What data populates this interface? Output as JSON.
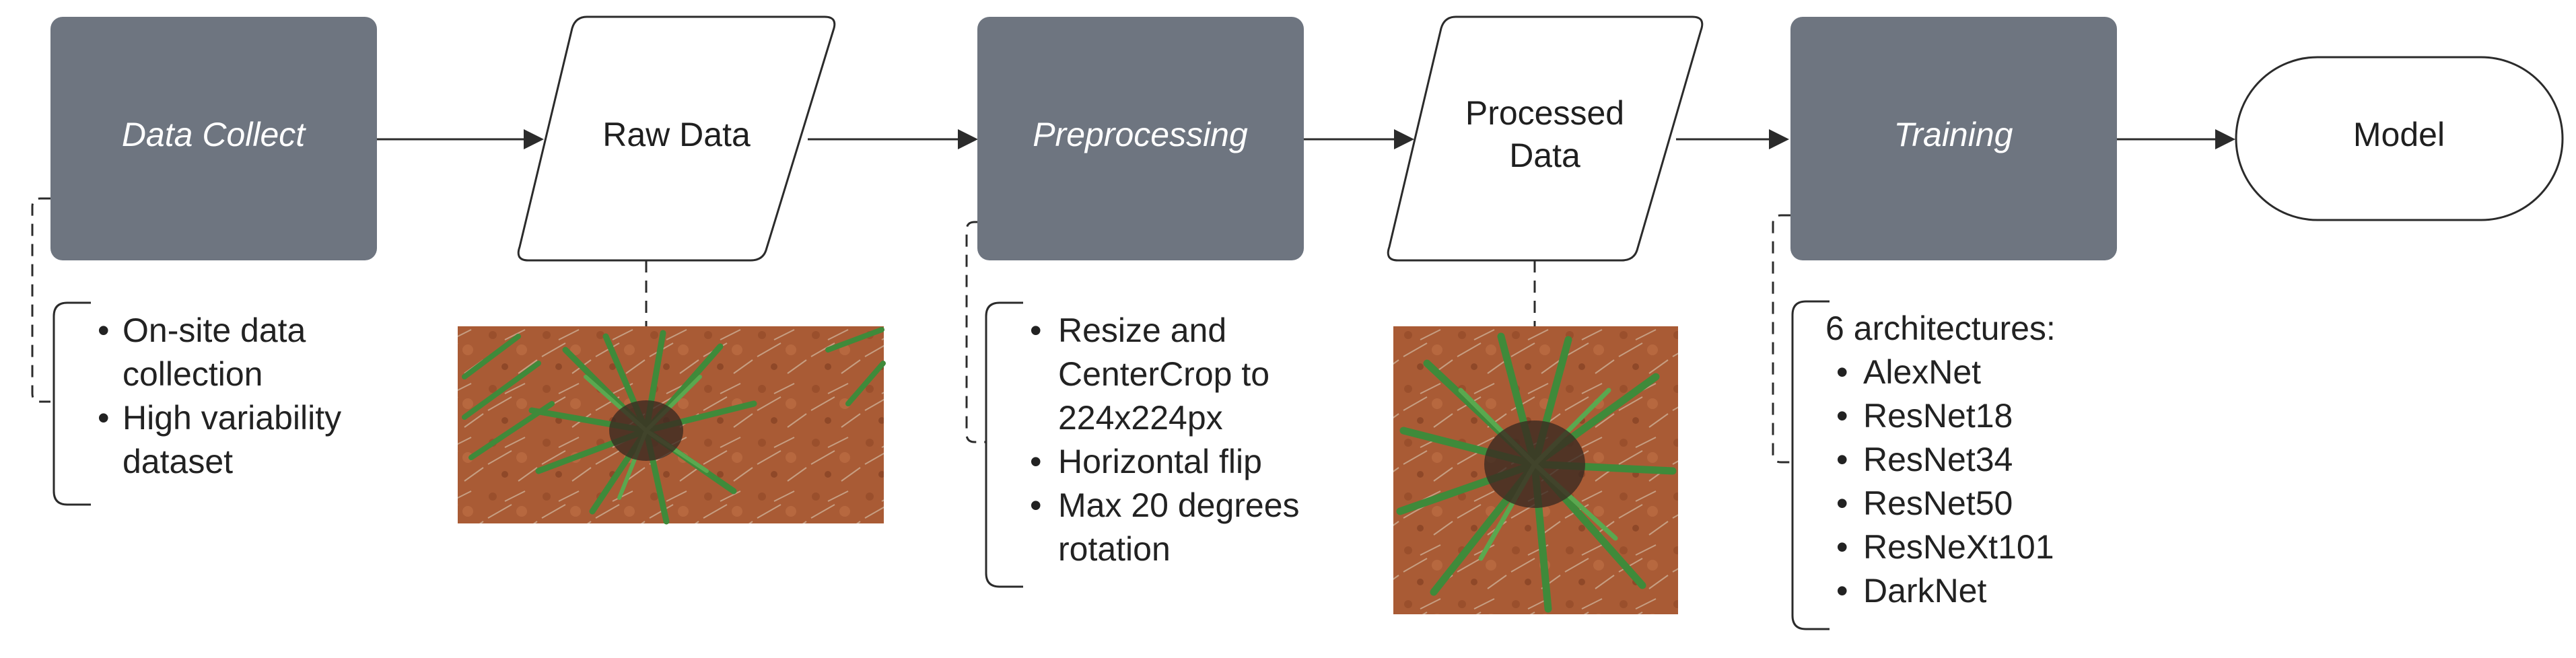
{
  "diagram": {
    "nodes": {
      "data_collect": {
        "label": "Data Collect",
        "shape": "process"
      },
      "raw_data": {
        "label": "Raw Data",
        "shape": "data"
      },
      "preprocessing": {
        "label": "Preprocessing",
        "shape": "process"
      },
      "processed_data": {
        "label_line1": "Processed",
        "label_line2": "Data",
        "shape": "data"
      },
      "training": {
        "label": "Training",
        "shape": "process"
      },
      "model": {
        "label": "Model",
        "shape": "terminator"
      }
    },
    "notes": {
      "data_collect": {
        "bullets": [
          [
            "On-site data",
            "collection"
          ],
          [
            "High variability",
            "dataset"
          ]
        ]
      },
      "preprocessing": {
        "bullets": [
          [
            "Resize and",
            "CenterCrop to",
            "224x224px"
          ],
          [
            "Horizontal flip"
          ],
          [
            "Max 20 degrees",
            "rotation"
          ]
        ]
      },
      "training": {
        "header": "6 architectures:",
        "bullets": [
          [
            "AlexNet"
          ],
          [
            "ResNet18"
          ],
          [
            "ResNet34"
          ],
          [
            "ResNet50"
          ],
          [
            "ResNeXt101"
          ],
          [
            "DarkNet"
          ]
        ]
      }
    },
    "images": {
      "raw_data_photo": {
        "depicts": "grass clump on reddish soil"
      },
      "processed_data_photo": {
        "depicts": "center-cropped grass clump on reddish soil"
      }
    },
    "colors": {
      "process_fill": "#6e7580",
      "process_text": "#ffffff",
      "outline": "#2b2b2b",
      "soil": "#a85a34",
      "grass": "#3f8a3a"
    },
    "bullet_char": "•"
  }
}
